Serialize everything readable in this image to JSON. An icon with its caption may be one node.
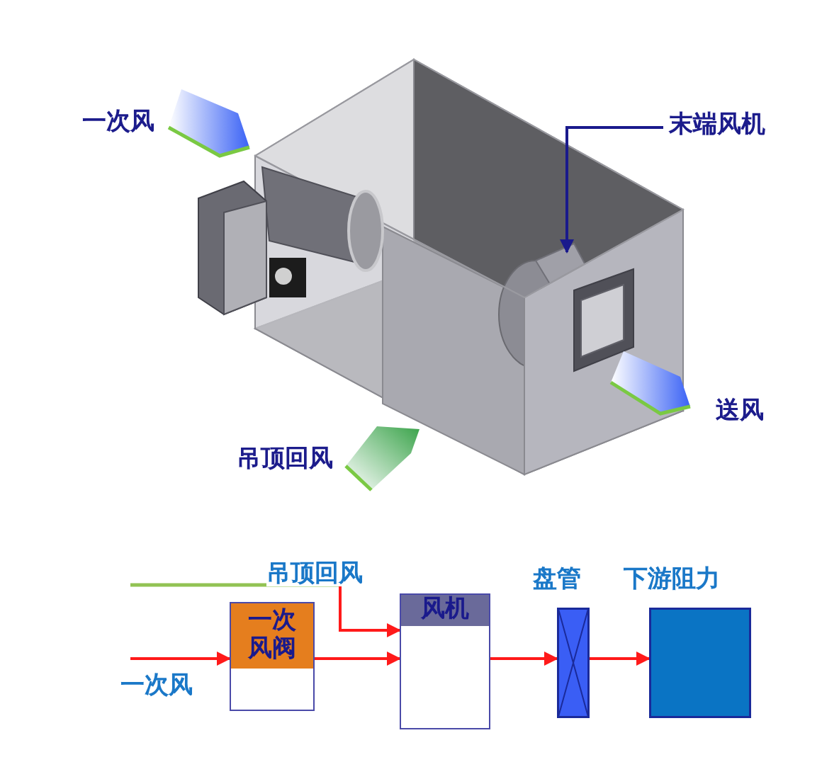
{
  "diagram": {
    "nodes": [
      {
        "text": [
          "末端风机"
        ]
      },
      {
        "text": [
          "一次风阀"
        ]
      },
      {
        "text": [
          "风机"
        ]
      },
      {
        "text": [
          "盘管"
        ]
      },
      {
        "text": [
          "下游阻力"
        ]
      }
    ],
    "edges": [
      {
        "from": 0,
        "to": null,
        "arrow": "to",
        "color": "#1a1a8c"
      },
      {
        "from": null,
        "to": 1,
        "arrow": "to",
        "label": "一次风"
      },
      {
        "from": null,
        "to": 2,
        "arrow": "to",
        "label": "吊顶回风"
      },
      {
        "from": 1,
        "to": 2,
        "arrow": "to"
      },
      {
        "from": 2,
        "to": 3,
        "arrow": "to"
      },
      {
        "from": 3,
        "to": 4,
        "arrow": "to"
      }
    ],
    "labels": [
      "一次风",
      "送风",
      "吊顶回风"
    ]
  }
}
